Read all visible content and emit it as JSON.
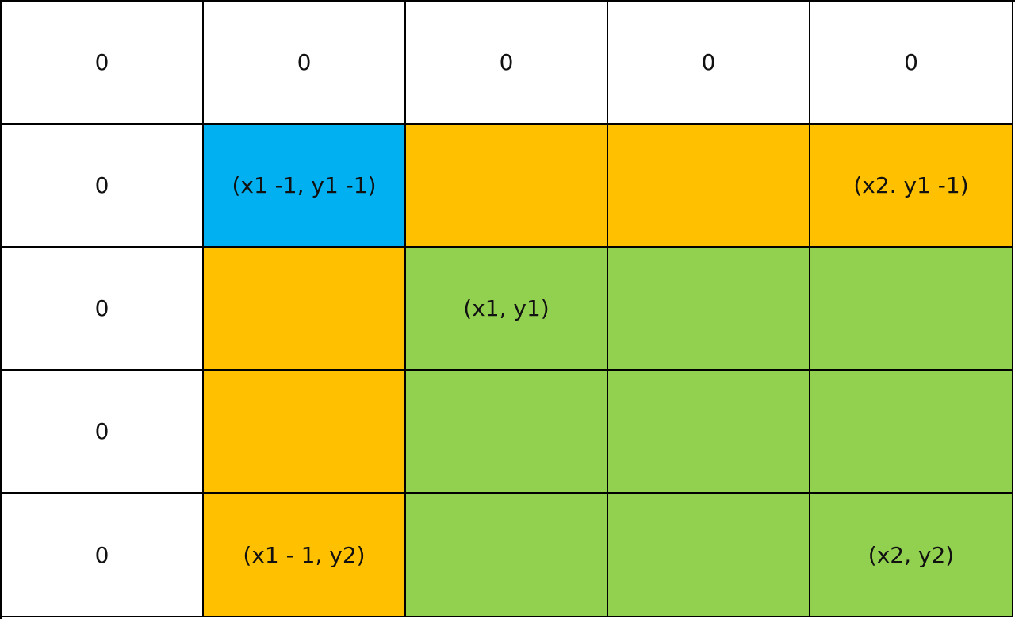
{
  "colors": {
    "white": "#ffffff",
    "blue": "#00b0f0",
    "orange": "#ffc000",
    "green": "#92d050",
    "border": "#000000"
  },
  "rows": [
    [
      {
        "text": "0",
        "color": "white"
      },
      {
        "text": "0",
        "color": "white"
      },
      {
        "text": "0",
        "color": "white"
      },
      {
        "text": "0",
        "color": "white"
      },
      {
        "text": "0",
        "color": "white"
      }
    ],
    [
      {
        "text": "0",
        "color": "white"
      },
      {
        "text": "(x1 -1, y1 -1)",
        "color": "blue"
      },
      {
        "text": "",
        "color": "orange"
      },
      {
        "text": "",
        "color": "orange"
      },
      {
        "text": "(x2. y1 -1)",
        "color": "orange"
      }
    ],
    [
      {
        "text": "0",
        "color": "white"
      },
      {
        "text": "",
        "color": "orange"
      },
      {
        "text": "(x1, y1)",
        "color": "green"
      },
      {
        "text": "",
        "color": "green"
      },
      {
        "text": "",
        "color": "green"
      }
    ],
    [
      {
        "text": "0",
        "color": "white"
      },
      {
        "text": "",
        "color": "orange"
      },
      {
        "text": "",
        "color": "green"
      },
      {
        "text": "",
        "color": "green"
      },
      {
        "text": "",
        "color": "green"
      }
    ],
    [
      {
        "text": "0",
        "color": "white"
      },
      {
        "text": "(x1 - 1, y2)",
        "color": "orange"
      },
      {
        "text": "",
        "color": "green"
      },
      {
        "text": "",
        "color": "green"
      },
      {
        "text": "(x2, y2)",
        "color": "green"
      }
    ]
  ]
}
